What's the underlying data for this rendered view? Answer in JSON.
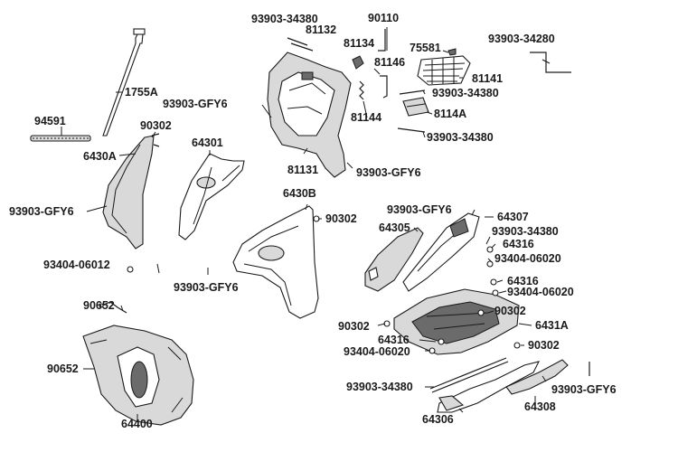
{
  "labels": {
    "l1755A": "1755A",
    "l94591": "94591",
    "l90302_a": "90302",
    "l6430A": "6430A",
    "l93903GFY6_a": "93903-GFY6",
    "l93903GFY6_b": "93903-GFY6",
    "l64301": "64301",
    "l93903_34380_a": "93903-34380",
    "l81132": "81132",
    "l90110": "90110",
    "l81134": "81134",
    "l81146": "81146",
    "l81144": "81144",
    "l81131": "81131",
    "l93903GFY6_c": "93903-GFY6",
    "l75581": "75581",
    "l81141": "81141",
    "l93903_34380_b": "93903-34380",
    "l8114A": "8114A",
    "l93903_34380_c": "93903-34380",
    "l93903_34280": "93903-34280",
    "l6430B": "6430B",
    "l90302_b": "90302",
    "l93404_06012": "93404-06012",
    "l93903GFY6_d": "93903-GFY6",
    "l93903GFY6_e": "93903-GFY6",
    "l64307": "64307",
    "l64305": "64305",
    "l93903_34380_d": "93903-34380",
    "l64316_a": "64316",
    "l93404_06020_a": "93404-06020",
    "l64316_b": "64316",
    "l93404_06020_b": "93404-06020",
    "l90302_c": "90302",
    "l90302_d": "90302",
    "l6431A": "6431A",
    "l64316_c": "64316",
    "l93404_06020_c": "93404-06020",
    "l90302_e": "90302",
    "l90652_a": "90652",
    "l90652_b": "90652",
    "l64400": "64400",
    "l93903_34380_e": "93903-34380",
    "l93903GFY6_f": "93903-GFY6",
    "l64306": "64306",
    "l64308": "64308"
  }
}
